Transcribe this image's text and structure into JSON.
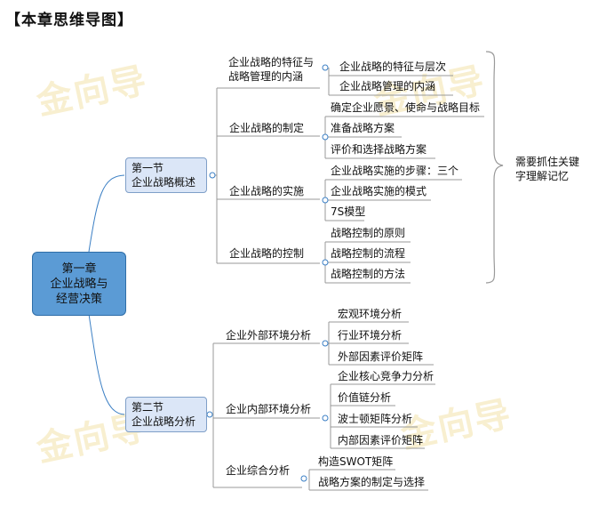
{
  "title": "【本章思维导图】",
  "watermark": "金向导",
  "root": {
    "line1": "第一章",
    "line2": "企业战略与",
    "line3": "经营决策"
  },
  "sections": [
    {
      "line1": "第一节",
      "line2": "企业战略概述",
      "topics": [
        {
          "label": "企业战略的特征与战略管理的内涵",
          "items": [
            "企业战略的特征与层次",
            "企业战略管理的内涵"
          ]
        },
        {
          "label": "企业战略的制定",
          "items": [
            "确定企业愿景、使命与战略目标",
            "准备战略方案",
            "评价和选择战略方案"
          ]
        },
        {
          "label": "企业战略的实施",
          "items": [
            "企业战略实施的步骤：三个",
            "企业战略实施的模式",
            "7S模型"
          ]
        },
        {
          "label": "企业战略的控制",
          "items": [
            "战略控制的原则",
            "战略控制的流程",
            "战略控制的方法"
          ]
        }
      ]
    },
    {
      "line1": "第二节",
      "line2": "企业战略分析",
      "topics": [
        {
          "label": "企业外部环境分析",
          "items": [
            "宏观环境分析",
            "行业环境分析",
            "外部因素评价矩阵"
          ]
        },
        {
          "label": "企业内部环境分析",
          "items": [
            "企业核心竞争力分析",
            "价值链分析",
            "波士顿矩阵分析",
            "内部因素评价矩阵"
          ]
        },
        {
          "label": "企业综合分析",
          "items": [
            "构造SWOT矩阵",
            "战略方案的制定与选择"
          ]
        }
      ]
    }
  ],
  "note": "需要抓住关键字理解记忆"
}
